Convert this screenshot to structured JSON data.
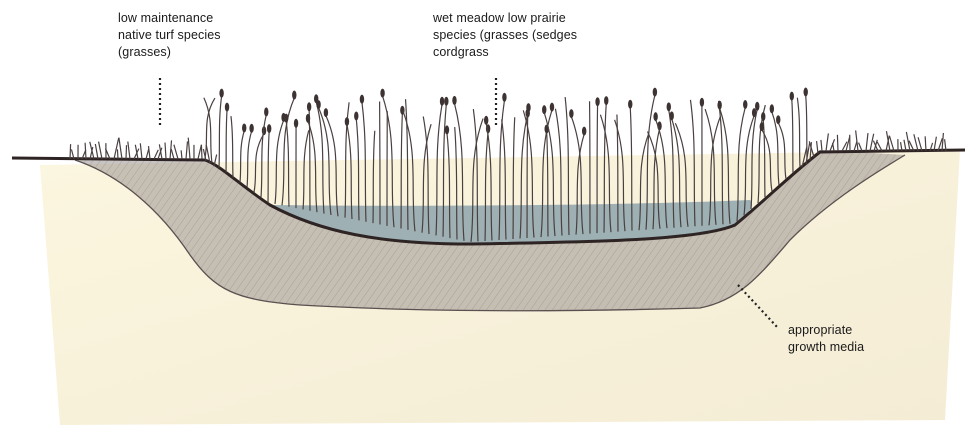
{
  "labels": {
    "turf": {
      "lines": [
        "low maintenance",
        "native turf species",
        "(grasses)"
      ]
    },
    "meadow": {
      "lines": [
        "wet meadow low prairie",
        "species (grasses (sedges",
        "cordgrass"
      ]
    },
    "media": {
      "lines": [
        "appropriate",
        "growth media"
      ]
    }
  },
  "colors": {
    "background_wash": "#f6efcf",
    "soil": "#8d8583",
    "water": "#7f9aa6",
    "grass": "#4a4040",
    "ground_line": "#3a2e2e",
    "leader": "#222222"
  }
}
